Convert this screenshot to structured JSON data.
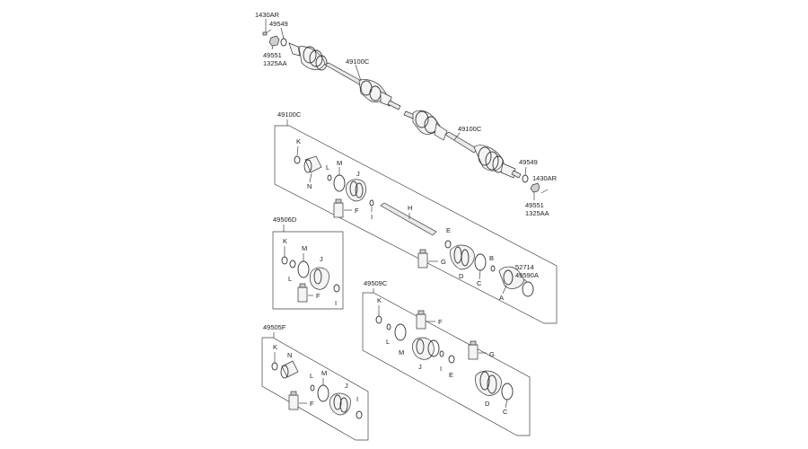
{
  "upper_shaft": {
    "bolt_label": "1430AR",
    "washer_label": "49549",
    "nut_label": "49551",
    "nut_label_2": "1325AA",
    "shaft_label": "49100C"
  },
  "lower_shaft": {
    "shaft_label": "49100C",
    "washer_label": "49549",
    "bolt_label": "1430AR",
    "nut_label": "49551",
    "nut_label_2": "1325AA"
  },
  "assembly_main": {
    "title": "49100C",
    "letters": {
      "K": "K",
      "N": "N",
      "L": "L",
      "M": "M",
      "J": "J",
      "F": "F",
      "I": "I",
      "H": "H",
      "E": "E",
      "G": "G",
      "D": "D",
      "C": "C",
      "B": "B",
      "A": "A"
    },
    "label_52714": "52714",
    "label_49590A": "49590A"
  },
  "kit_49506D": {
    "title": "49506D",
    "letters": {
      "K": "K",
      "M": "M",
      "L": "L",
      "J": "J",
      "F": "F",
      "I": "I"
    }
  },
  "kit_49509C": {
    "title": "49509C",
    "letters": {
      "K": "K",
      "F": "F",
      "L": "L",
      "M": "M",
      "J": "J",
      "I": "I",
      "E": "E",
      "G": "G",
      "D": "D",
      "C": "C"
    }
  },
  "kit_49505F": {
    "title": "49505F",
    "letters": {
      "K": "K",
      "N": "N",
      "L": "L",
      "M": "M",
      "J": "J",
      "F": "F",
      "I": "I"
    }
  }
}
